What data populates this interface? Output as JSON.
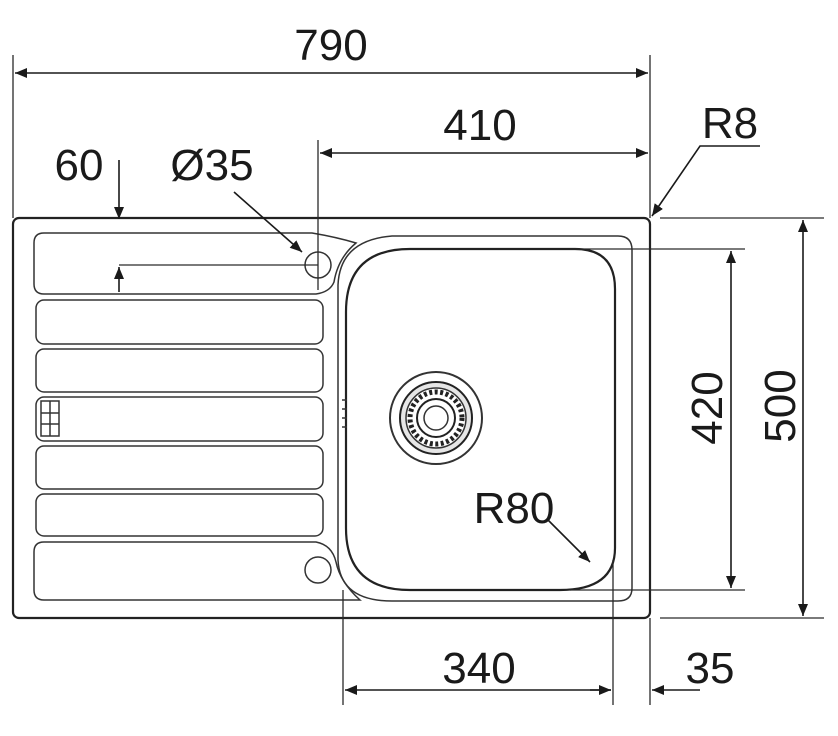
{
  "dimensions": {
    "overall_width": "790",
    "bowl_offset": "410",
    "drainer_hole_offset": "60",
    "tap_hole_diameter": "Ø35",
    "corner_radius": "R8",
    "bowl_depth": "420",
    "overall_depth": "500",
    "bowl_radius": "R80",
    "bowl_width": "340",
    "rim_width": "35"
  }
}
